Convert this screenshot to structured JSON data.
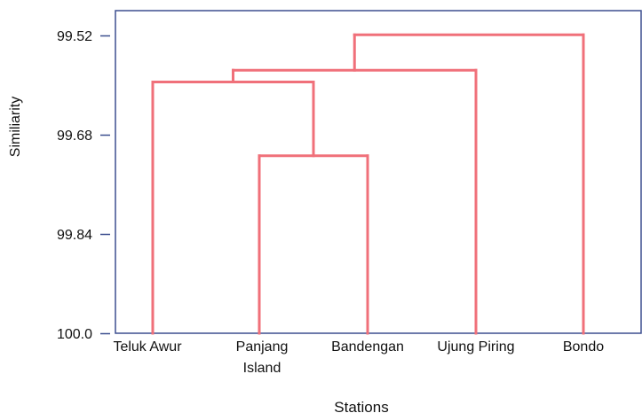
{
  "chart_data": {
    "type": "dendrogram",
    "xlabel": "Stations",
    "ylabel": "Similiarity",
    "y_ticks": [
      "99.52",
      "99.68",
      "99.84",
      "100.0"
    ],
    "ylim": [
      100.0,
      99.48
    ],
    "leaves": [
      {
        "id": "teluk",
        "lines": [
          "Teluk Awur"
        ]
      },
      {
        "id": "panjang",
        "lines": [
          "Panjang",
          "Island"
        ]
      },
      {
        "id": "bandengan",
        "lines": [
          "Bandengan"
        ]
      },
      {
        "id": "ujung",
        "lines": [
          "Ujung Piring"
        ]
      },
      {
        "id": "bondo",
        "lines": [
          "Bondo"
        ]
      }
    ],
    "merges": [
      {
        "id": "m1",
        "left": "panjang",
        "right": "bandengan",
        "height": 99.714
      },
      {
        "id": "m2",
        "left": "teluk",
        "right": "m1",
        "height": 99.595
      },
      {
        "id": "m3",
        "left": "m2",
        "right": "ujung",
        "height": 99.576
      },
      {
        "id": "m4",
        "left": "m3",
        "right": "bondo",
        "height": 99.519
      }
    ],
    "colors": {
      "branch": "#f0707a",
      "axis": "#3d4f8f",
      "text": "#111111"
    },
    "grid": false
  }
}
